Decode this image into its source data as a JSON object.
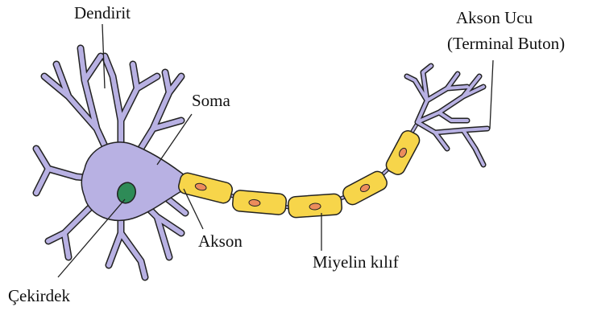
{
  "labels": {
    "dendrite": "Dendirit",
    "soma": "Soma",
    "nucleus": "Çekirdek",
    "axon": "Akson",
    "myelin": "Miyelin kılıf",
    "terminal_line1": "Akson Ucu",
    "terminal_line2": "(Terminal Buton)"
  },
  "colors": {
    "cell_body": "#B8B1E3",
    "outline": "#222222",
    "myelin": "#F7D54A",
    "myelin_nucleus": "#EC8C5C",
    "cell_nucleus": "#2E8B57"
  }
}
